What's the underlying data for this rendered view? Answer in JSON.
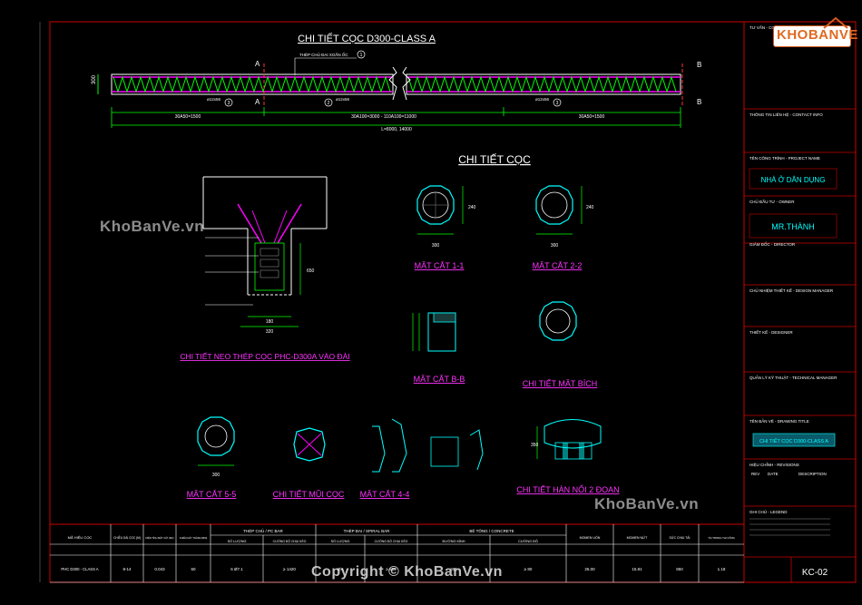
{
  "header": {
    "main_title": "CHI TIẾT CỌC D300-CLASS A",
    "section_title": "CHI TIẾT CỌC"
  },
  "elevation": {
    "marker_a": "A",
    "marker_b": "B",
    "height_dim": "300",
    "dim_left": "30A50=1500",
    "dim_mid": "30A100=3000 - 110A100=11000",
    "dim_right": "30A50=1500",
    "dim_total": "L=8000, 14000",
    "bar_1": "ø12x56",
    "bar_2": "ø12x56",
    "bar_3": "ø12x56",
    "callout_top": "THÉP CHỦ ĐAI XOẮN ỐC",
    "num_1": "1",
    "num_2": "2",
    "num_3": "3"
  },
  "views": {
    "neo_title": "CHI TIẾT NEO THÉP CỌC PHC-D300A VÀO ĐÀI",
    "cut_1_1": "MẶT CẮT 1-1",
    "cut_2_2": "MẶT CẮT 2-2",
    "cut_b_b": "MẶT CẮT B-B",
    "mat_bich": "CHI TIẾT MẶT BÍCH",
    "cut_5_5": "MẶT CẮT 5-5",
    "mui_coc": "CHI TIẾT MŨI CỌC",
    "cut_4_4": "MẶT CẮT 4-4",
    "han_noi": "CHI TIẾT HÀN NỐI 2 ĐOẠN",
    "dim_300": "300",
    "dim_240": "240",
    "dim_320": "320",
    "dim_180": "180",
    "dim_650": "650",
    "dim_350": "350"
  },
  "titleblock": {
    "row_1": "TƯ VẤN - CONSULTANT",
    "row_2": "THÔNG TIN LIÊN HỆ - CONTACT INFO",
    "row_3": "TÊN CÔNG TRÌNH - PROJECT NAME",
    "project_name": "NHÀ Ở DÂN DỤNG",
    "row_4": "CHỦ ĐẦU TƯ - OWNER",
    "owner_name": "MR.THÀNH",
    "row_5": "GIÁM ĐỐC - DIRECTOR",
    "row_6": "CHỦ NHIỆM THIẾT KẾ - DESIGN MANAGER",
    "row_7": "THIẾT KẾ - DESIGNER",
    "row_8": "QUẢN LÝ KỸ THUẬT - TECHNICAL MANAGER",
    "row_9": "TÊN BẢN VẼ - DRAWING TITLE",
    "drawing_title": "CHI TIẾT CỌC D300-CLASS A",
    "row_10": "HIỆU CHỈNH - REVISIONS",
    "rev_col": "REV",
    "date_col": "DATE",
    "desc_col": "DESCRIPTION",
    "row_11": "GHI CHÚ - LEGEND",
    "sheet_no": "KC-02"
  },
  "table": {
    "headers": [
      "MÃ HIỆU CỌC",
      "CHIỀU DÀI CỌC (M)",
      "DIỆN TÍCH MẶT CẮT (M2)",
      "CHIỀU DÀY THÀNH (MM)",
      "SỐ LƯỢNG",
      "CƯỜNG ĐỘ CHỊU KÉO",
      "SỐ LƯỢNG",
      "CƯỜNG ĐỘ CHỊU KÉO",
      "ĐƯỜNG KÍNH",
      "CƯỜNG ĐỘ",
      "MOMEN UỐN",
      "MOMEN NỨT",
      "SỨC CHỊU TẢI",
      "TẢI TRỌNG THI CÔNG"
    ],
    "group_1": "THÉP CHỦ / PC BAR",
    "group_2": "THÉP ĐAI / SPIRAL BAR",
    "group_3": "BÊ TÔNG / CONCRETE",
    "row": [
      "PHC D300 - CLASS A",
      "8-14",
      "0.043",
      "60",
      "6 Ø7.1",
      "≥ 1420",
      "Ø4",
      "≥ 550",
      "300",
      "≥ 80",
      "25.00",
      "15.81",
      "850",
      "1.18"
    ]
  },
  "watermarks": {
    "left": "KhoBanVe.vn",
    "bottom_right": "KhoBanVe.vn",
    "copyright": "Copyright © KhoBanVe.vn",
    "logo": "KHOBANVE"
  },
  "colors": {
    "frame": "#cc0000",
    "cyan": "#00ffff",
    "green": "#00ff00",
    "magenta": "#ff00ff",
    "yellow": "#ffff00",
    "white": "#ffffff",
    "title_text": "#ff33ff"
  }
}
